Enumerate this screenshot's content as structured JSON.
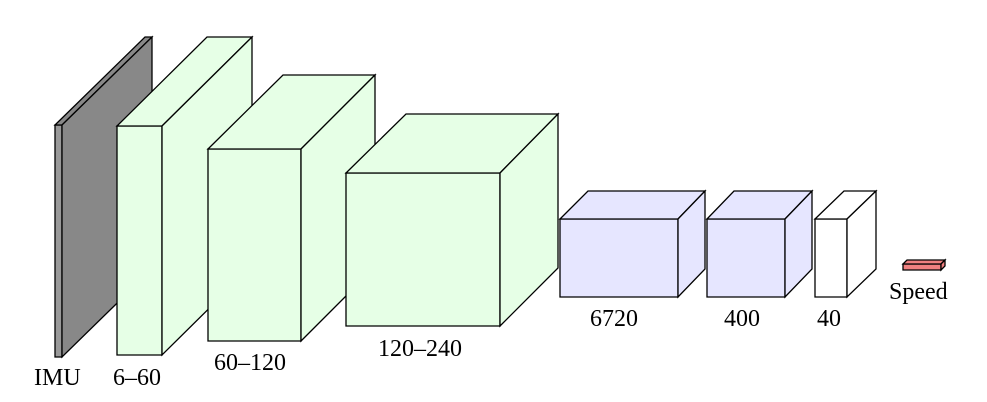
{
  "colors": {
    "input": "#999999",
    "conv": "#e6ffe6",
    "dense": "#e6e6ff",
    "hidden": "#ffffff",
    "output": "#f08080",
    "stroke": "#000000"
  },
  "layers": [
    {
      "label": "IMU",
      "kind": "input"
    },
    {
      "label": "6–60",
      "kind": "conv"
    },
    {
      "label": "60–120",
      "kind": "conv"
    },
    {
      "label": "120–240",
      "kind": "conv"
    },
    {
      "label": "6720",
      "kind": "dense"
    },
    {
      "label": "400",
      "kind": "dense"
    },
    {
      "label": "40",
      "kind": "hidden"
    },
    {
      "label": "Speed",
      "kind": "output"
    }
  ]
}
